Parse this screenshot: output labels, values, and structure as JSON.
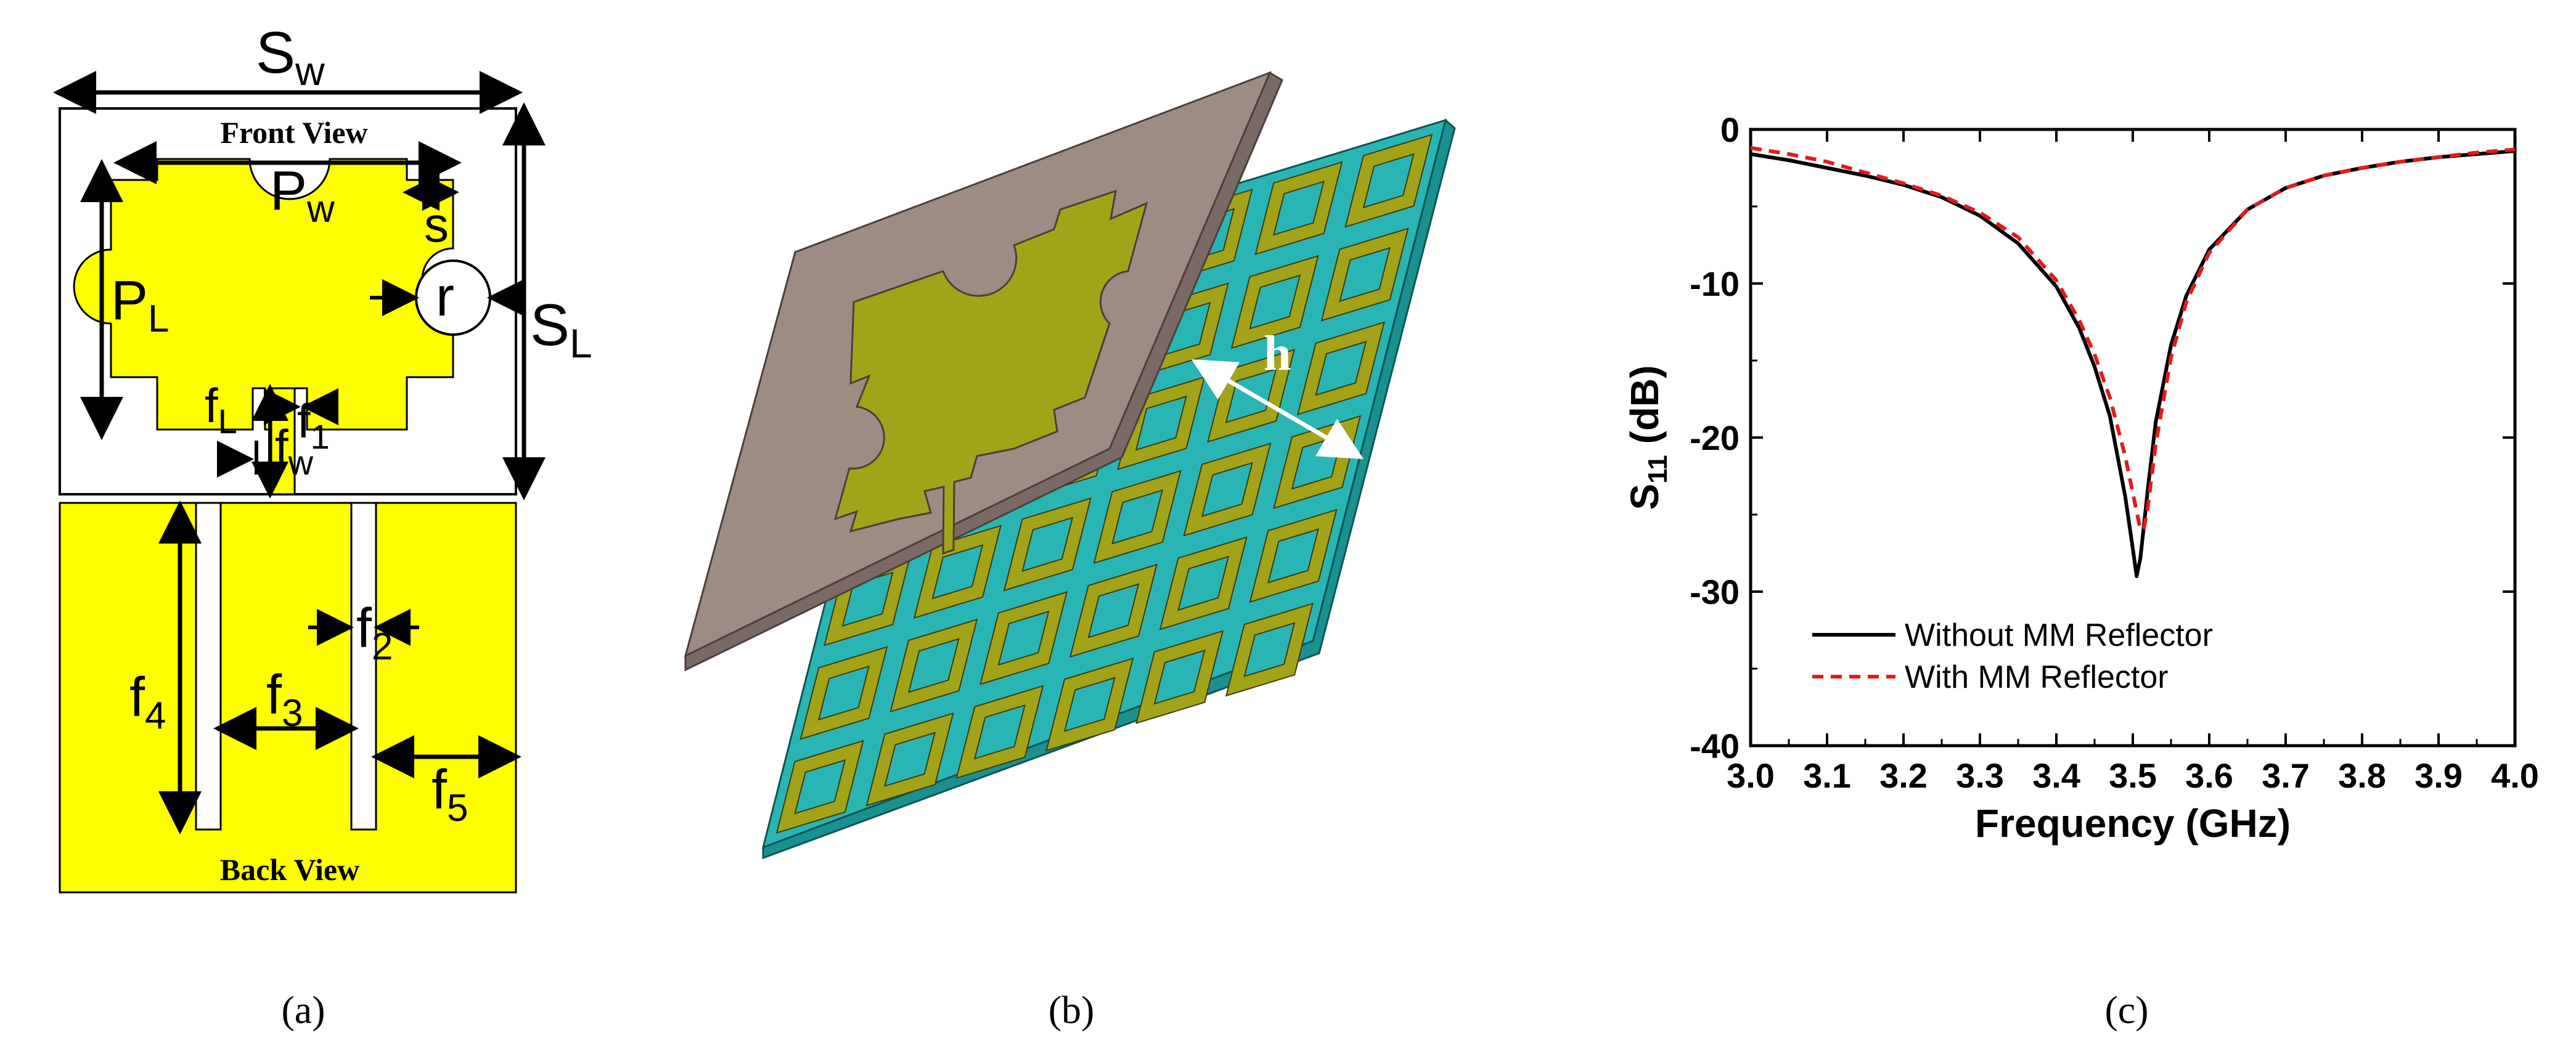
{
  "panel_a": {
    "front_view_label": "Front View",
    "back_view_label": "Back View",
    "dim_sw": "S",
    "dim_sw_sub": "w",
    "dim_sl": "S",
    "dim_sl_sub": "L",
    "dim_pw": "P",
    "dim_pw_sub": "w",
    "dim_pl": "P",
    "dim_pl_sub": "L",
    "dim_s": "s",
    "dim_r": "r",
    "dim_fl": "f",
    "dim_fl_sub": "L",
    "dim_f1": "f",
    "dim_f1_sub": "1",
    "dim_fw": "f",
    "dim_fw_sub": "w",
    "dim_f2": "f",
    "dim_f2_sub": "2",
    "dim_f3": "f",
    "dim_f3_sub": "3",
    "dim_f4": "f",
    "dim_f4_sub": "4",
    "dim_f5": "f",
    "dim_f5_sub": "5",
    "caption": "(a)"
  },
  "panel_b": {
    "dim_h": "h",
    "caption": "(b)"
  },
  "panel_c": {
    "caption": "(c)"
  },
  "colors": {
    "copper": "#ffff00",
    "substrate": "#9e8b84",
    "patch_3d": "#a3a31a",
    "reflector": "#2ab5b5",
    "series_without": "#000000",
    "series_with": "#e31a1c"
  },
  "chart_data": {
    "type": "line",
    "xlabel": "Frequency (GHz)",
    "ylabel_main": "S",
    "ylabel_sub": "11",
    "ylabel_unit": " (dB)",
    "xlim": [
      3.0,
      4.0
    ],
    "ylim": [
      -40,
      0
    ],
    "xticks": [
      "3.0",
      "3.1",
      "3.2",
      "3.3",
      "3.4",
      "3.5",
      "3.6",
      "3.7",
      "3.8",
      "3.9",
      "4.0"
    ],
    "yticks": [
      "0",
      "-10",
      "-20",
      "-30",
      "-40"
    ],
    "grid": false,
    "legend_position": "bottom-left",
    "series": [
      {
        "name": "Without MM Reflector",
        "style": "solid",
        "x": [
          3.0,
          3.05,
          3.1,
          3.15,
          3.2,
          3.25,
          3.3,
          3.35,
          3.4,
          3.43,
          3.45,
          3.47,
          3.49,
          3.5,
          3.505,
          3.51,
          3.52,
          3.53,
          3.55,
          3.57,
          3.6,
          3.65,
          3.7,
          3.75,
          3.8,
          3.85,
          3.9,
          3.95,
          4.0
        ],
        "y": [
          -1.6,
          -2.0,
          -2.5,
          -3.0,
          -3.6,
          -4.4,
          -5.6,
          -7.4,
          -10.2,
          -12.9,
          -15.4,
          -18.6,
          -23.8,
          -27.2,
          -29.0,
          -27.8,
          -23.2,
          -19.0,
          -14.0,
          -10.8,
          -7.8,
          -5.2,
          -3.8,
          -3.0,
          -2.5,
          -2.1,
          -1.8,
          -1.6,
          -1.4
        ]
      },
      {
        "name": "With MM Reflector",
        "style": "dashed",
        "x": [
          3.0,
          3.05,
          3.1,
          3.15,
          3.2,
          3.25,
          3.3,
          3.35,
          3.4,
          3.43,
          3.45,
          3.47,
          3.49,
          3.5,
          3.51,
          3.515,
          3.52,
          3.53,
          3.55,
          3.57,
          3.6,
          3.65,
          3.7,
          3.75,
          3.8,
          3.85,
          3.9,
          3.95,
          4.0
        ],
        "y": [
          -1.2,
          -1.6,
          -2.1,
          -2.8,
          -3.5,
          -4.3,
          -5.4,
          -7.0,
          -9.8,
          -12.4,
          -14.6,
          -17.4,
          -21.2,
          -23.6,
          -26.0,
          -25.8,
          -24.4,
          -20.4,
          -14.8,
          -11.2,
          -8.0,
          -5.2,
          -3.8,
          -3.0,
          -2.5,
          -2.1,
          -1.8,
          -1.5,
          -1.3
        ]
      }
    ]
  }
}
